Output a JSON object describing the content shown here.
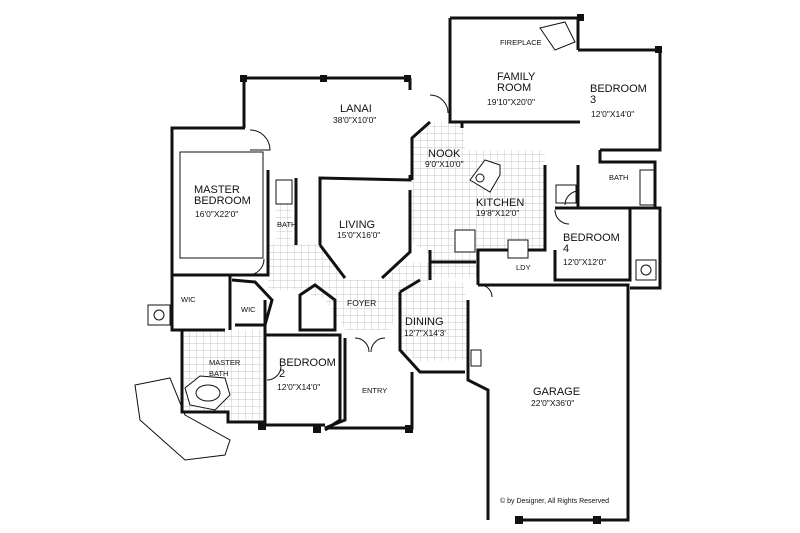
{
  "rooms": {
    "fireplace": {
      "name": "FIREPLACE"
    },
    "family": {
      "name": "FAMILY\nROOM",
      "dims": "19'10\"X20'0\""
    },
    "bed3": {
      "name": "BEDROOM\n3",
      "dims": "12'0\"X14'0\""
    },
    "lanai": {
      "name": "LANAI",
      "dims": "38'0\"X10'0\""
    },
    "master": {
      "name": "MASTER\nBEDROOM",
      "dims": "16'0\"X22'0\""
    },
    "nook": {
      "name": "NOOK",
      "dims": "9'0\"X10'0\""
    },
    "bath_right": {
      "name": "BATH"
    },
    "kitchen": {
      "name": "KITCHEN",
      "dims": "19'8\"X12'0\""
    },
    "bath_left": {
      "name": "BATH"
    },
    "living": {
      "name": "LIVING",
      "dims": "15'0\"X16'0\""
    },
    "bed4": {
      "name": "BEDROOM\n4",
      "dims": "12'0\"X12'0\""
    },
    "ldy": {
      "name": "LDY"
    },
    "wic_left": {
      "name": "WIC"
    },
    "wic_right": {
      "name": "WIC"
    },
    "foyer": {
      "name": "FOYER"
    },
    "dining": {
      "name": "DINING",
      "dims": "12'7\"X14'3'"
    },
    "master_bath": {
      "name": "MASTER\nBATH"
    },
    "bed2": {
      "name": "BEDROOM\n2",
      "dims": "12'0\"X14'0\""
    },
    "entry": {
      "name": "ENTRY"
    },
    "garage": {
      "name": "GARAGE",
      "dims": "22'0\"X36'0\""
    }
  },
  "copyright": "© by Designer, All Rights Reserved",
  "colors": {
    "wall": "#111111",
    "tile": "#bbbbbb",
    "background": "#ffffff"
  }
}
